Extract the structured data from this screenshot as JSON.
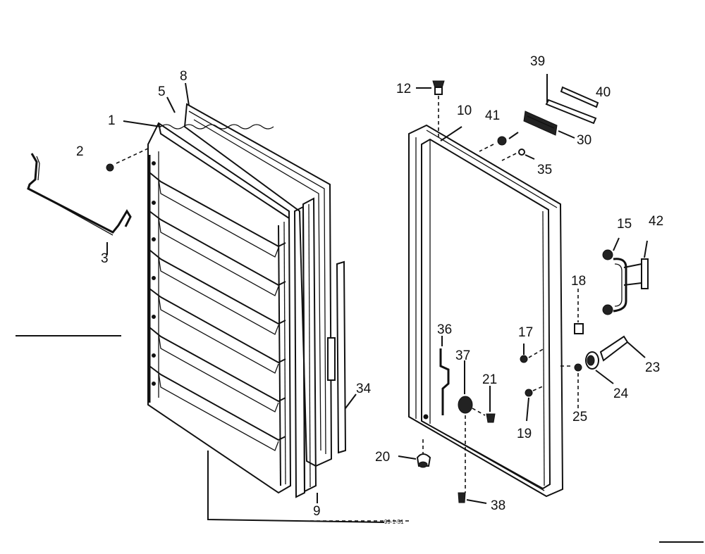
{
  "callouts": [
    {
      "id": "p1",
      "label": "1"
    },
    {
      "id": "p2",
      "label": "2"
    },
    {
      "id": "p3",
      "label": "3"
    },
    {
      "id": "p5",
      "label": "5"
    },
    {
      "id": "p8",
      "label": "8"
    },
    {
      "id": "p9",
      "label": "9"
    },
    {
      "id": "p10",
      "label": "10"
    },
    {
      "id": "p12",
      "label": "12"
    },
    {
      "id": "p15",
      "label": "15"
    },
    {
      "id": "p17",
      "label": "17"
    },
    {
      "id": "p18",
      "label": "18"
    },
    {
      "id": "p19",
      "label": "19"
    },
    {
      "id": "p20",
      "label": "20"
    },
    {
      "id": "p21",
      "label": "21"
    },
    {
      "id": "p23",
      "label": "23"
    },
    {
      "id": "p24",
      "label": "24"
    },
    {
      "id": "p25",
      "label": "25"
    },
    {
      "id": "p30",
      "label": "30"
    },
    {
      "id": "p34",
      "label": "34"
    },
    {
      "id": "p35",
      "label": "35"
    },
    {
      "id": "p36",
      "label": "36"
    },
    {
      "id": "p37",
      "label": "37"
    },
    {
      "id": "p38",
      "label": "38"
    },
    {
      "id": "p39",
      "label": "39"
    },
    {
      "id": "p40",
      "label": "40"
    },
    {
      "id": "p41",
      "label": "41"
    },
    {
      "id": "p42",
      "label": "42"
    }
  ],
  "figure_code": "99-1-51"
}
